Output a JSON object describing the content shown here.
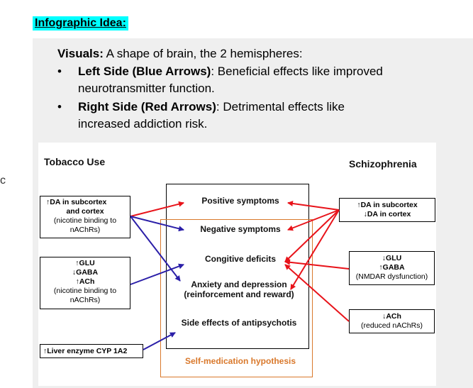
{
  "header": {
    "title": "Infographic Idea:",
    "stub": "c"
  },
  "visuals": {
    "label": "Visuals:",
    "text": " A shape of brain, the 2 hemispheres:",
    "bullets": [
      {
        "bullet": "•",
        "bold": "Left Side (Blue Arrows)",
        "rest": ": Beneficial effects like improved",
        "line2": "neurotransmitter function."
      },
      {
        "bullet": "•",
        "bold": "Right Side (Red Arrows)",
        "rest": ": Detrimental effects like",
        "line2": "increased addiction risk."
      }
    ]
  },
  "diagram": {
    "left_title": "Tobacco Use",
    "right_title": "Schizophrenia",
    "left_boxes": [
      {
        "line1": "↑DA in subcortex",
        "line2": "and cortex",
        "line3": "(nicotine binding to",
        "line4": "nAChRs)"
      },
      {
        "line1": "↑GLU",
        "line2": "↓GABA",
        "line3": "↑ACh",
        "line4": "(nicotine binding to",
        "line5": "nAChRs)"
      },
      {
        "line1": "↑Liver enzyme CYP 1A2"
      }
    ],
    "right_boxes": [
      {
        "line1": "↑DA in subcortex",
        "line2": "↓DA in  cortex"
      },
      {
        "line1": "↓GLU",
        "line2": "↑GABA",
        "line3": "(NMDAR dysfunction)"
      },
      {
        "line1": "↓ACh",
        "line2": "(reduced nAChRs)"
      }
    ],
    "center_items": [
      "Positive symptoms",
      "Negative symptoms",
      "Congitive deficits",
      "Anxiety and depression",
      "(reinforcement and reward)",
      "Side effects of antipsychotis"
    ],
    "hypothesis": "Self-medication hypothesis",
    "colors": {
      "blue": "#2b1fa8",
      "red": "#e8131a",
      "orange": "#d9782b"
    }
  }
}
